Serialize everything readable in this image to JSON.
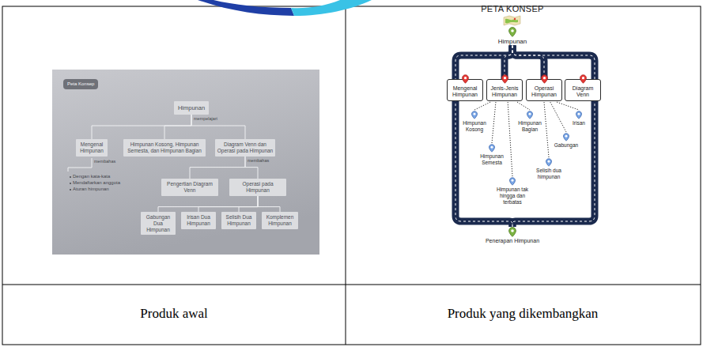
{
  "diagram": {
    "nodes": [
      {
        "text": [
          "Peta Konsep"
        ]
      },
      {
        "text": [
          "Himpunan"
        ]
      },
      {
        "text": [
          "Mengenal Himpunan"
        ]
      },
      {
        "text": [
          "Himpunan Kosong, Himpunan Semesta, dan Himpunan Bagian"
        ]
      },
      {
        "text": [
          "Diagram Venn dan Operasi pada Himpunan"
        ]
      },
      {
        "text": [
          "Pengertian Diagram Venn"
        ]
      },
      {
        "text": [
          "Operasi pada Himpunan"
        ]
      },
      {
        "text": [
          "Gabungan Dua Himpunan"
        ]
      },
      {
        "text": [
          "Irisan Dua Himpunan"
        ]
      },
      {
        "text": [
          "Selisih Dua Himpunan"
        ]
      },
      {
        "text": [
          "Komplemen Himpunan"
        ]
      },
      {
        "text": [
          "Himpunan"
        ]
      },
      {
        "text": [
          "Mengenal Himpunan"
        ]
      },
      {
        "text": [
          "Jenis-Jenis Himpunan"
        ]
      },
      {
        "text": [
          "Operasi Himpunan"
        ]
      },
      {
        "text": [
          "Diagram Venn"
        ]
      },
      {
        "text": [
          "Himpunan Kosong"
        ]
      },
      {
        "text": [
          "Himpunan Bagian"
        ]
      },
      {
        "text": [
          "Himpunan Semesta"
        ]
      },
      {
        "text": [
          "Himpunan tak hingga dan terbatas"
        ]
      },
      {
        "text": [
          "Irisan"
        ]
      },
      {
        "text": [
          "Gabungan"
        ]
      },
      {
        "text": [
          "Selisih dua himpunan"
        ]
      },
      {
        "text": [
          "Penerapan Himpunan"
        ]
      }
    ],
    "edges": [
      {
        "from": 1,
        "to": 2,
        "arrow": "none"
      },
      {
        "from": 1,
        "to": 3,
        "arrow": "none"
      },
      {
        "from": 1,
        "to": 4,
        "arrow": "none",
        "label": "mempelajari"
      },
      {
        "from": 4,
        "to": 5,
        "arrow": "none",
        "label": "membahas"
      },
      {
        "from": 4,
        "to": 6,
        "arrow": "none"
      },
      {
        "from": 6,
        "to": 7,
        "arrow": "none"
      },
      {
        "from": 6,
        "to": 8,
        "arrow": "none"
      },
      {
        "from": 6,
        "to": 9,
        "arrow": "none"
      },
      {
        "from": 6,
        "to": 10,
        "arrow": "none"
      },
      {
        "from": 11,
        "to": 12,
        "arrow": "none"
      },
      {
        "from": 11,
        "to": 13,
        "arrow": "none"
      },
      {
        "from": 11,
        "to": 14,
        "arrow": "none"
      },
      {
        "from": 11,
        "to": 15,
        "arrow": "none"
      },
      {
        "from": 12,
        "to": 23,
        "arrow": "none"
      },
      {
        "from": 15,
        "to": 23,
        "arrow": "none"
      },
      {
        "from": 13,
        "to": 16,
        "arrow": "none"
      },
      {
        "from": 13,
        "to": 17,
        "arrow": "none"
      },
      {
        "from": 13,
        "to": 18,
        "arrow": "none"
      },
      {
        "from": 13,
        "to": 19,
        "arrow": "none"
      },
      {
        "from": 14,
        "to": 20,
        "arrow": "none"
      },
      {
        "from": 14,
        "to": 21,
        "arrow": "none"
      },
      {
        "from": 14,
        "to": 22,
        "arrow": "none"
      }
    ],
    "labels": [
      "PETA KONSEP",
      "membahas",
      "Dengan kata-kata",
      "Mendaftarkan anggota",
      "Aturan himpunan",
      "Produk awal",
      "Produk yang dikembangkan"
    ]
  }
}
